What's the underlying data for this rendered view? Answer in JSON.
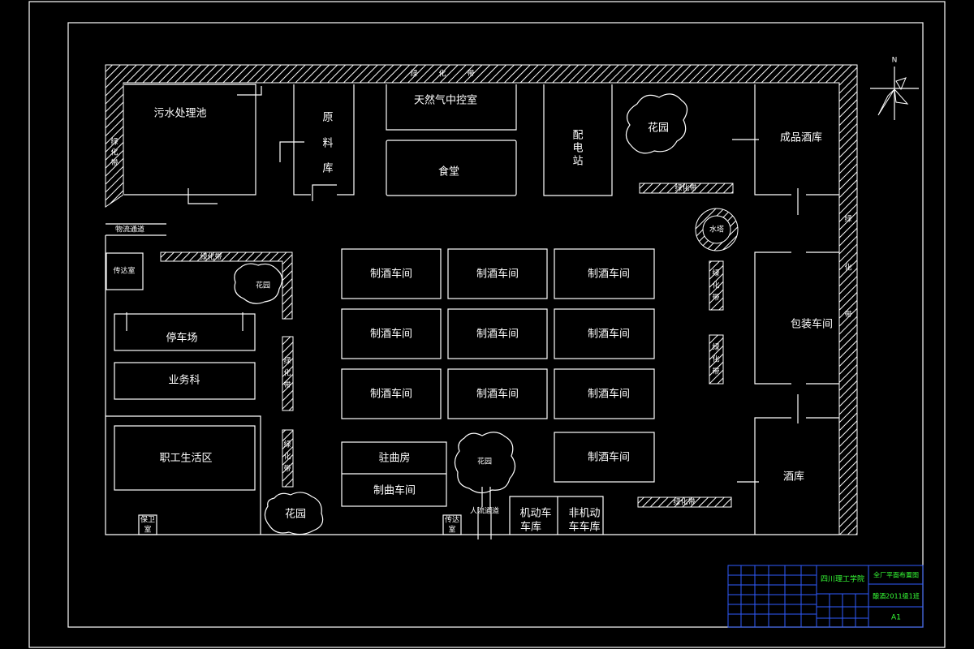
{
  "rooms": {
    "sewage": "污水处理池",
    "raw1": "原",
    "raw2": "料",
    "raw3": "库",
    "gas_control": "天然气中控室",
    "canteen": "食堂",
    "power1": "配",
    "power2": "电",
    "power3": "站",
    "garden": "花园",
    "finished_store": "成品酒库",
    "water_tower": "水塔",
    "logistics_road": "物流通道",
    "guard_room": "传达室",
    "parking": "停车场",
    "business": "业务科",
    "staff_area": "职工生活区",
    "brew_workshop": "制酒车间",
    "yeast_room": "驻曲房",
    "yeast_workshop": "制曲车间",
    "packaging": "包装车间",
    "liquor_store": "酒库",
    "motor_garage1": "机动车",
    "motor_garage2": "车库",
    "nonmotor_garage1": "非机动",
    "nonmotor_garage2": "车车库",
    "security1": "保卫",
    "security2": "室",
    "guard2_1": "传达",
    "guard2_2": "室",
    "entrance": "人流通道"
  },
  "greenbelt": {
    "g1": "绿",
    "g2": "化",
    "g3": "带",
    "label": "绿化带"
  },
  "compass_label": "N",
  "title_block": {
    "school": "四川理工学院",
    "drawing_title": "全厂平面布置图",
    "class_name": "酿酒2011级1班",
    "sheet_size": "A1"
  }
}
